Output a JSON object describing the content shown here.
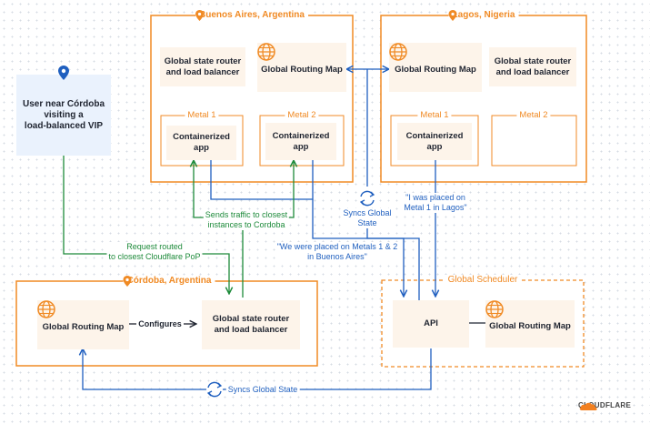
{
  "colors": {
    "orange": "#f08a24",
    "green": "#1d8a3a",
    "blue": "#1f5fbf",
    "box_fill": "#fdf4ea",
    "user_fill": "#eaf2fd"
  },
  "user": {
    "label_lines": [
      "User near Córdoba",
      "visiting a",
      "load-balanced VIP"
    ],
    "icon": "location-pin-icon"
  },
  "buenos_aires": {
    "title": "Buenos Aires, Argentina",
    "router": [
      "Global state router",
      "and load balancer"
    ],
    "routing_map": "Global Routing Map",
    "metal1": "Metal 1",
    "metal2": "Metal 2",
    "app1": [
      "Containerized",
      "app"
    ],
    "app2": [
      "Containerized",
      "app"
    ]
  },
  "lagos": {
    "title": "Lagos, Nigeria",
    "routing_map": "Global Routing Map",
    "router": [
      "Global state router",
      "and load balancer"
    ],
    "metal1": "Metal 1",
    "metal2": "Metal 2",
    "app1": [
      "Containerized",
      "app"
    ]
  },
  "cordoba": {
    "title": "Córdoba, Argentina",
    "routing_map": "Global Routing Map",
    "configures": "Configures",
    "router": [
      "Global state router",
      "and load balancer"
    ]
  },
  "scheduler": {
    "title": "Global Scheduler",
    "api": "API",
    "routing_map": "Global Routing Map"
  },
  "labels": {
    "sends_traffic": [
      "Sends traffic to closest",
      "instances to Cordoba"
    ],
    "request_routed": [
      "Request routed",
      "to closest Cloudflare PoP"
    ],
    "syncs_top": [
      "Syncs Global",
      "State"
    ],
    "placed_lagos": [
      "\"I was placed on",
      "Metal 1 in Lagos\""
    ],
    "placed_ba": [
      "\"We were placed on Metals 1 & 2",
      "in Buenos Aires\""
    ],
    "syncs_bottom": "Syncs Global State"
  },
  "logo": {
    "text": "CLOUDFLARE"
  }
}
